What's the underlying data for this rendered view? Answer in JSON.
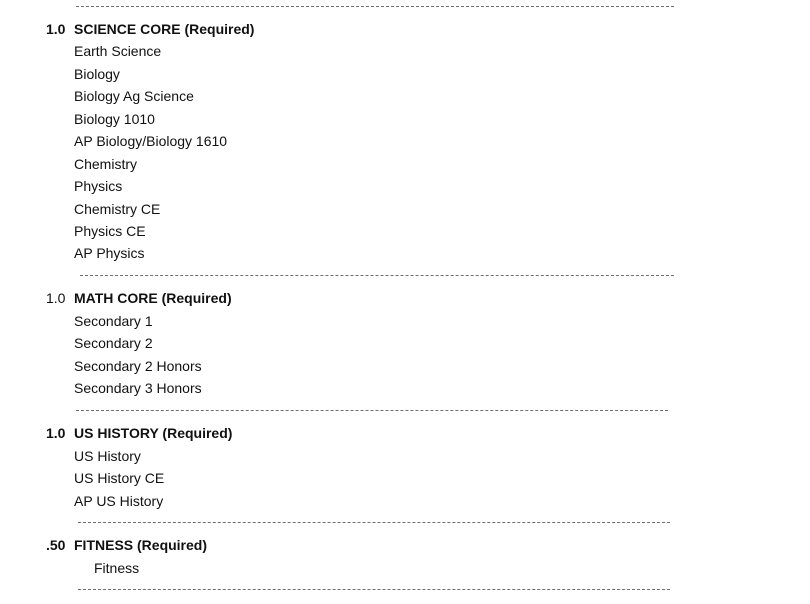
{
  "sections": [
    {
      "credits": "1.0",
      "title": "SCIENCE CORE (Required)",
      "courses": [
        "Earth Science",
        "Biology",
        "Biology Ag Science",
        "Biology 1010",
        "AP Biology/Biology 1610",
        "Chemistry",
        "Physics",
        "Chemistry CE",
        "Physics CE",
        "AP Physics"
      ]
    },
    {
      "credits": "1.0",
      "title": "MATH CORE (Required)",
      "courses": [
        "Secondary 1",
        "Secondary 2",
        "Secondary 2 Honors",
        "Secondary 3 Honors"
      ]
    },
    {
      "credits": "1.0",
      "title": "US HISTORY (Required)",
      "courses": [
        "US History",
        "US History CE",
        "AP US History"
      ]
    },
    {
      "credits": ".50",
      "title": "FITNESS (Required)",
      "courses": [
        "Fitness"
      ]
    }
  ]
}
